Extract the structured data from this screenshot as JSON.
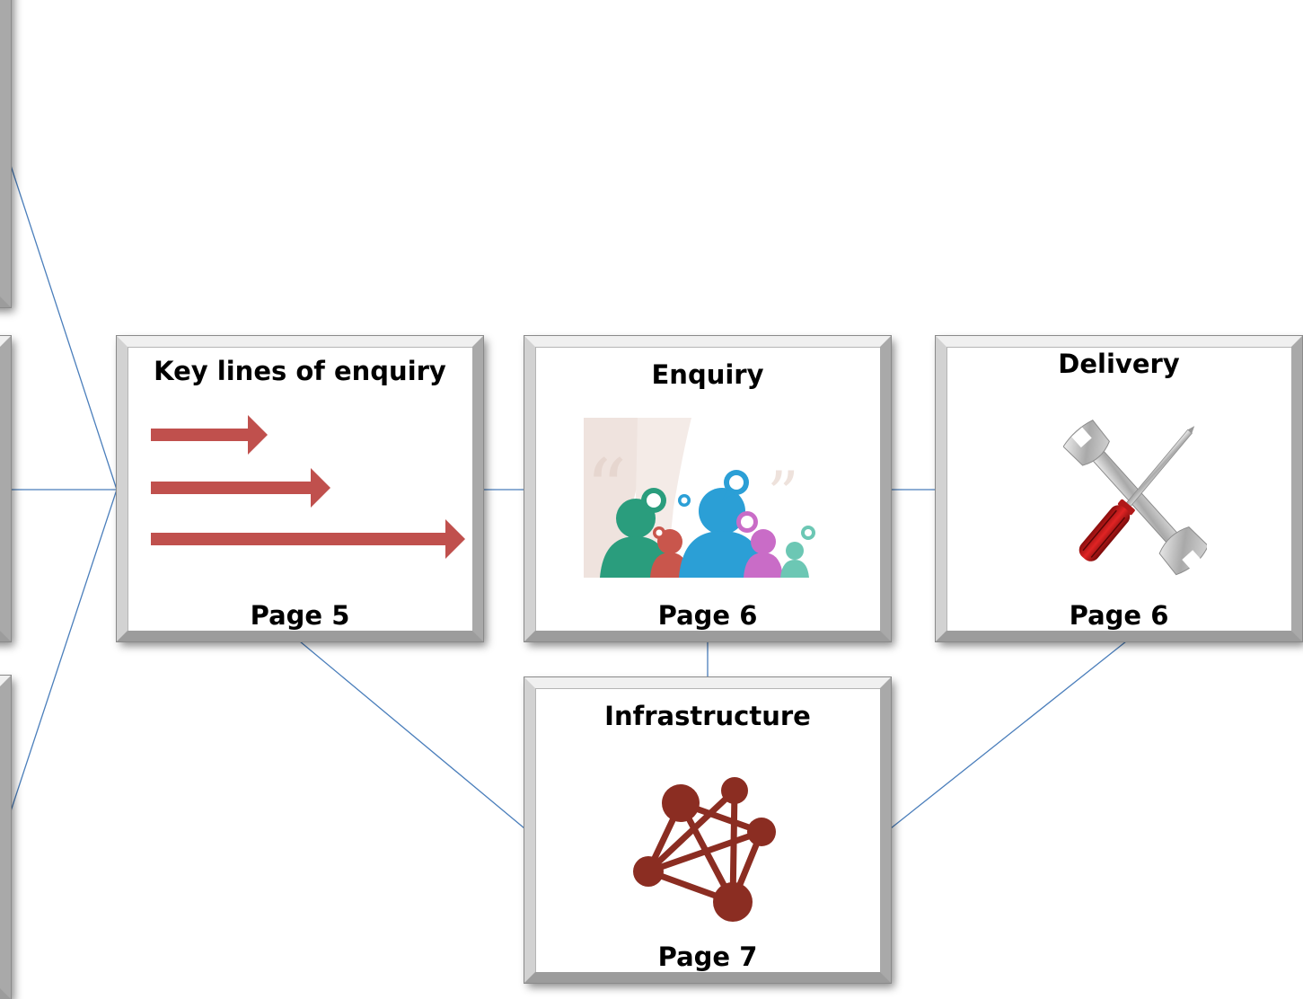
{
  "cards": {
    "key_lines": {
      "title": "Key lines of enquiry",
      "page": "Page 5",
      "icon": "arrows-icon",
      "accent": "#c0504d"
    },
    "enquiry": {
      "title": "Enquiry",
      "page": "Page 6",
      "icon": "people-speech-icon"
    },
    "delivery": {
      "title": "Delivery",
      "page": "Page 6",
      "icon": "wrench-screwdriver-icon"
    },
    "infrastructure": {
      "title": "Infrastructure",
      "page": "Page 7",
      "icon": "network-icon",
      "accent": "#8b2d22"
    }
  },
  "connector_color": "#4a7ebb"
}
